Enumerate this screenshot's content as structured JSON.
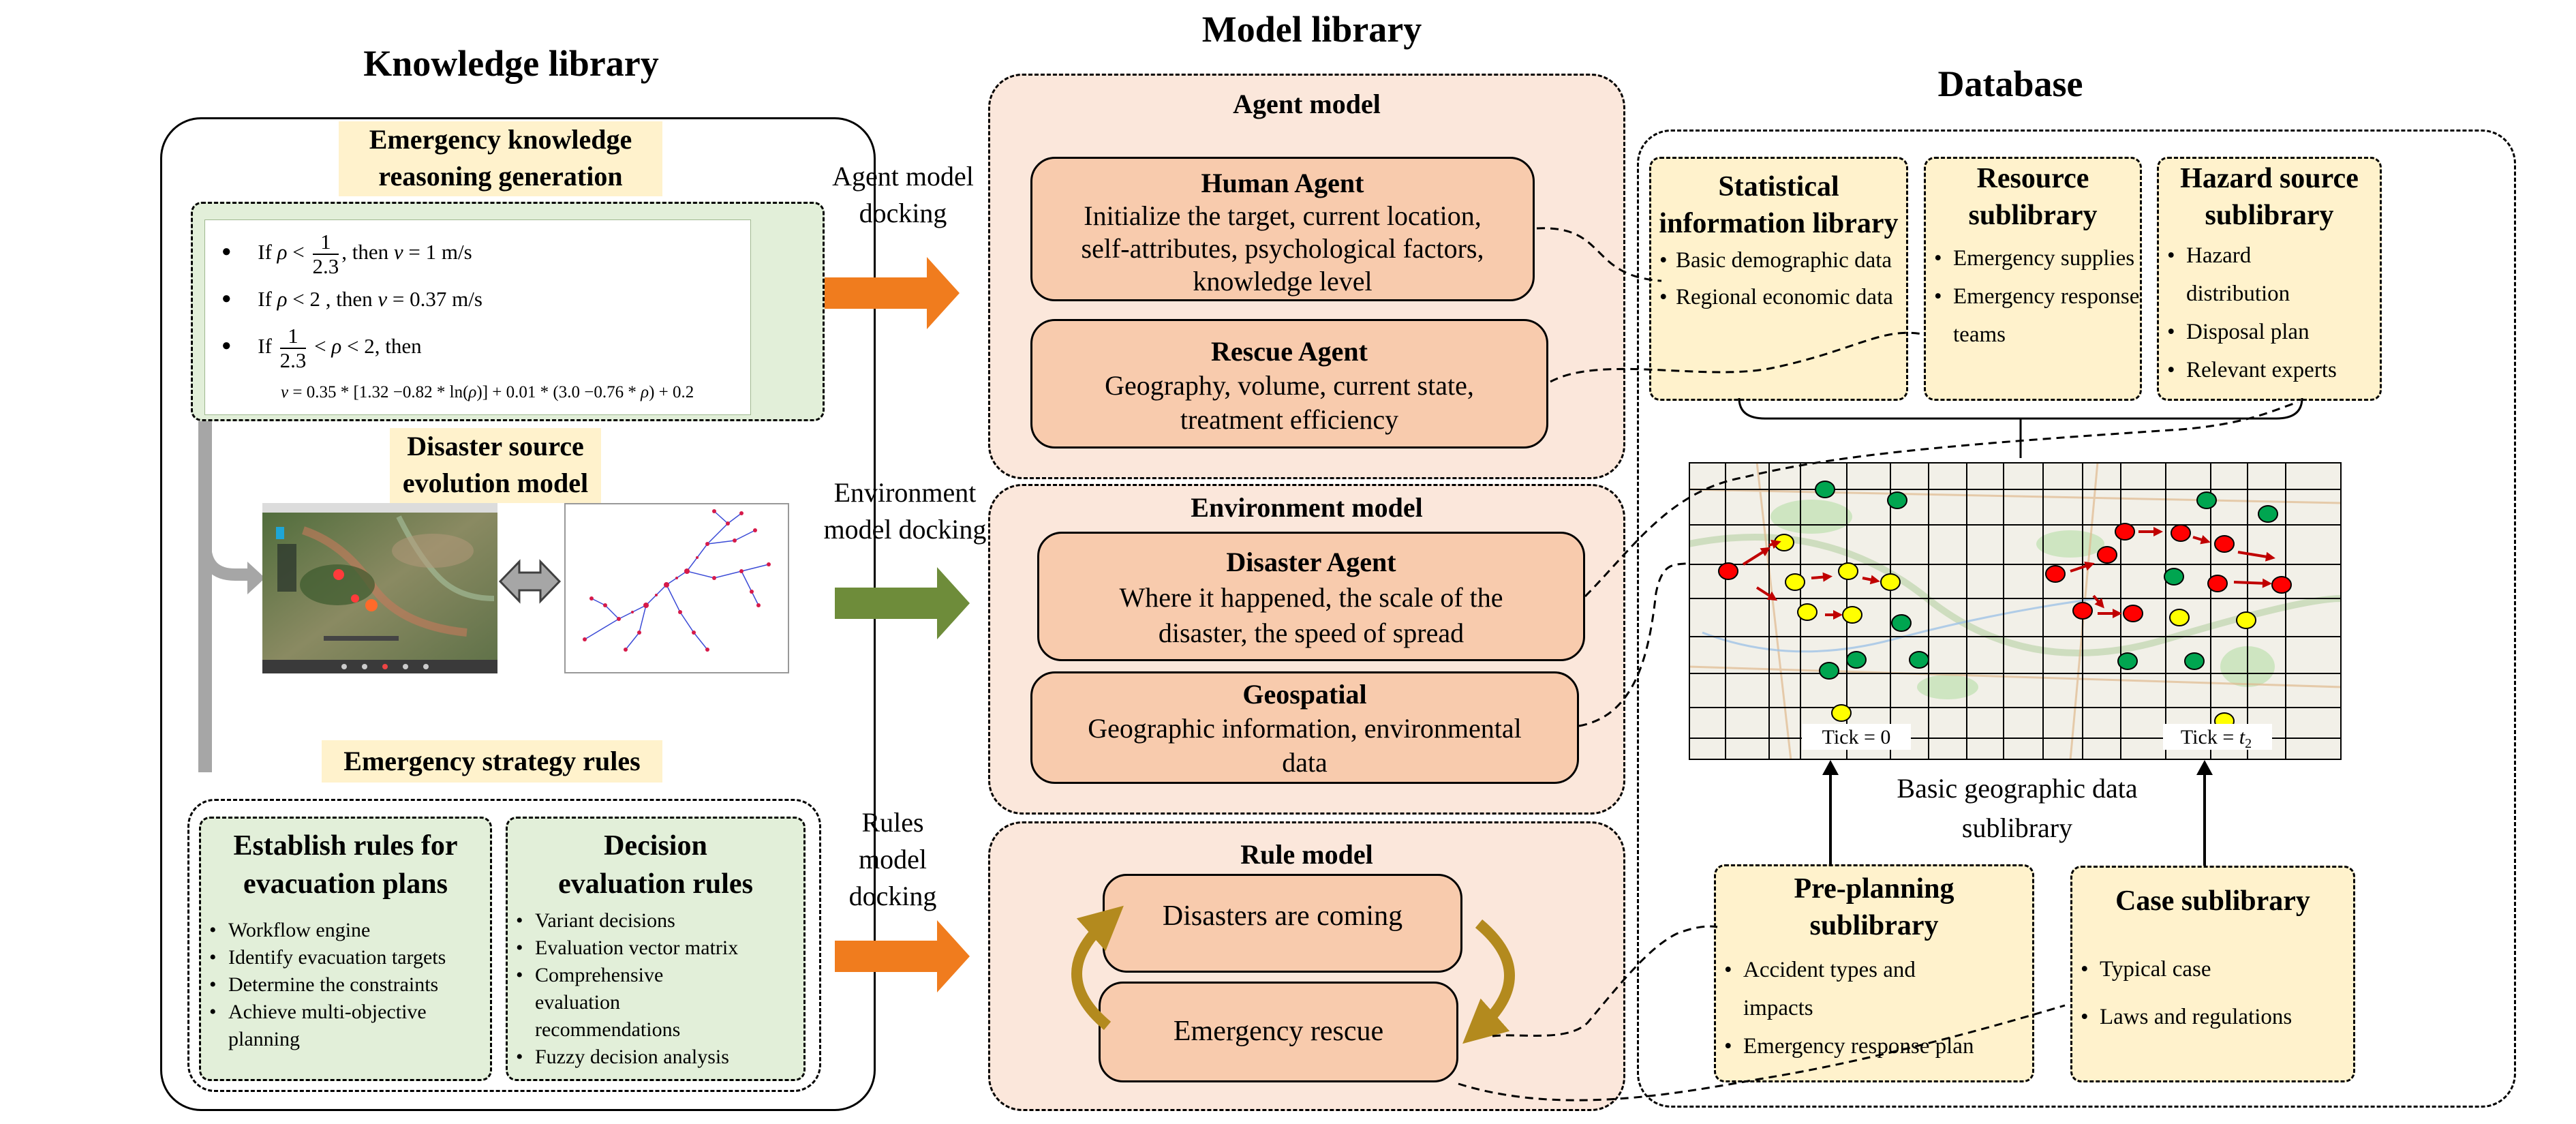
{
  "knowledge": {
    "title": "Knowledge library",
    "reasoning_label_l1": "Emergency knowledge",
    "reasoning_label_l2": "reasoning generation",
    "rule1_if": "If ",
    "rule1_rho": "ρ",
    "rule1_lt": " < ",
    "rule1_num": "1",
    "rule1_den": "2.3",
    "rule1_then": ", then ",
    "rule1_v": "v",
    "rule1_val": " = 1 m/s",
    "rule2_if": "If ",
    "rule2_rho": "ρ",
    "rule2_cond": " < 2 , then ",
    "rule2_v": "v",
    "rule2_val": " = 0.37 m/s",
    "rule3_if": "If ",
    "rule3_num": "1",
    "rule3_den": "2.3",
    "rule3_lt": " < ",
    "rule3_rho": "ρ",
    "rule3_rest": " < 2, then",
    "rule3_formula_v": "v",
    "rule3_formula": " = 0.35 * [1.32 −0.82 * ln(",
    "rule3_formula_rho": "ρ",
    "rule3_formula_mid": ")] + 0.01 * (3.0 −0.76 * ",
    "rule3_formula_rho2": "ρ",
    "rule3_formula_end": ") + 0.2",
    "disaster_label_l1": "Disaster source",
    "disaster_label_l2": "evolution model",
    "strategy_label": "Emergency strategy rules",
    "evac": {
      "title_l1": "Establish rules for",
      "title_l2": "evacuation plans",
      "items": [
        "Workflow engine",
        "Identify evacuation targets",
        "Determine the constraints",
        "Achieve multi-objective planning"
      ]
    },
    "decision": {
      "title_l1": "Decision",
      "title_l2": "evaluation rules",
      "items": [
        "Variant decisions",
        "Evaluation vector matrix",
        "Comprehensive evaluation recommendations",
        "Fuzzy decision analysis"
      ]
    }
  },
  "model": {
    "title": "Model library",
    "agent_model": {
      "title": "Agent model",
      "human": {
        "title": "Human Agent",
        "l1": "Initialize the target, current location,",
        "l2": "self-attributes, psychological factors,",
        "l3": "knowledge level"
      },
      "rescue": {
        "title": "Rescue Agent",
        "l1": "Geography, volume, current state,",
        "l2": "treatment efficiency"
      }
    },
    "env_model": {
      "title": "Environment model",
      "disaster": {
        "title": "Disaster Agent",
        "l1": "Where it happened, the scale of the",
        "l2": "disaster, the speed of spread"
      },
      "geo": {
        "title": "Geospatial",
        "l1": "Geographic information, environmental",
        "l2": "data"
      }
    },
    "rule_model": {
      "title": "Rule model",
      "coming": "Disasters are coming",
      "rescue": "Emergency rescue"
    }
  },
  "docking": {
    "agent_l1": "Agent model",
    "agent_l2": "docking",
    "env_l1": "Environment",
    "env_l2": "model docking",
    "rules_l1": "Rules",
    "rules_l2": "model",
    "rules_l3": "docking"
  },
  "database": {
    "title": "Database",
    "stat": {
      "title_l1": "Statistical",
      "title_l2": "information library",
      "items": [
        "Basic demographic data",
        "Regional economic data"
      ]
    },
    "resource": {
      "title_l1": "Resource",
      "title_l2": "sublibrary",
      "items": [
        "Emergency supplies",
        "Emergency response teams"
      ]
    },
    "hazard": {
      "title_l1": "Hazard source",
      "title_l2": "sublibrary",
      "items": [
        "Hazard distribution",
        "Disposal plan",
        "Relevant experts"
      ]
    },
    "map": {
      "tick0": "Tick = 0",
      "tick2_prefix": "Tick = ",
      "tick2_t": "t",
      "tick2_sub": "2"
    },
    "geo_label_l1": "Basic geographic data",
    "geo_label_l2": "sublibrary",
    "preplan": {
      "title_l1": "Pre-planning",
      "title_l2": "sublibrary",
      "items": [
        "Accident types and impacts",
        "Emergency response plan"
      ]
    },
    "case": {
      "title": "Case sublibrary",
      "items": [
        "Typical case",
        "Laws and regulations"
      ]
    }
  },
  "colors": {
    "orange_arrow": "#f07c1e",
    "green_arrow": "#6e8c3a",
    "peach": "#fbe7db",
    "agent_fill": "#f8cbad",
    "yellow_box": "#fff2cc",
    "green_box": "#e2efd9",
    "agent_red": "#ff0000",
    "agent_yellow": "#ffff00",
    "agent_green": "#00a550"
  }
}
